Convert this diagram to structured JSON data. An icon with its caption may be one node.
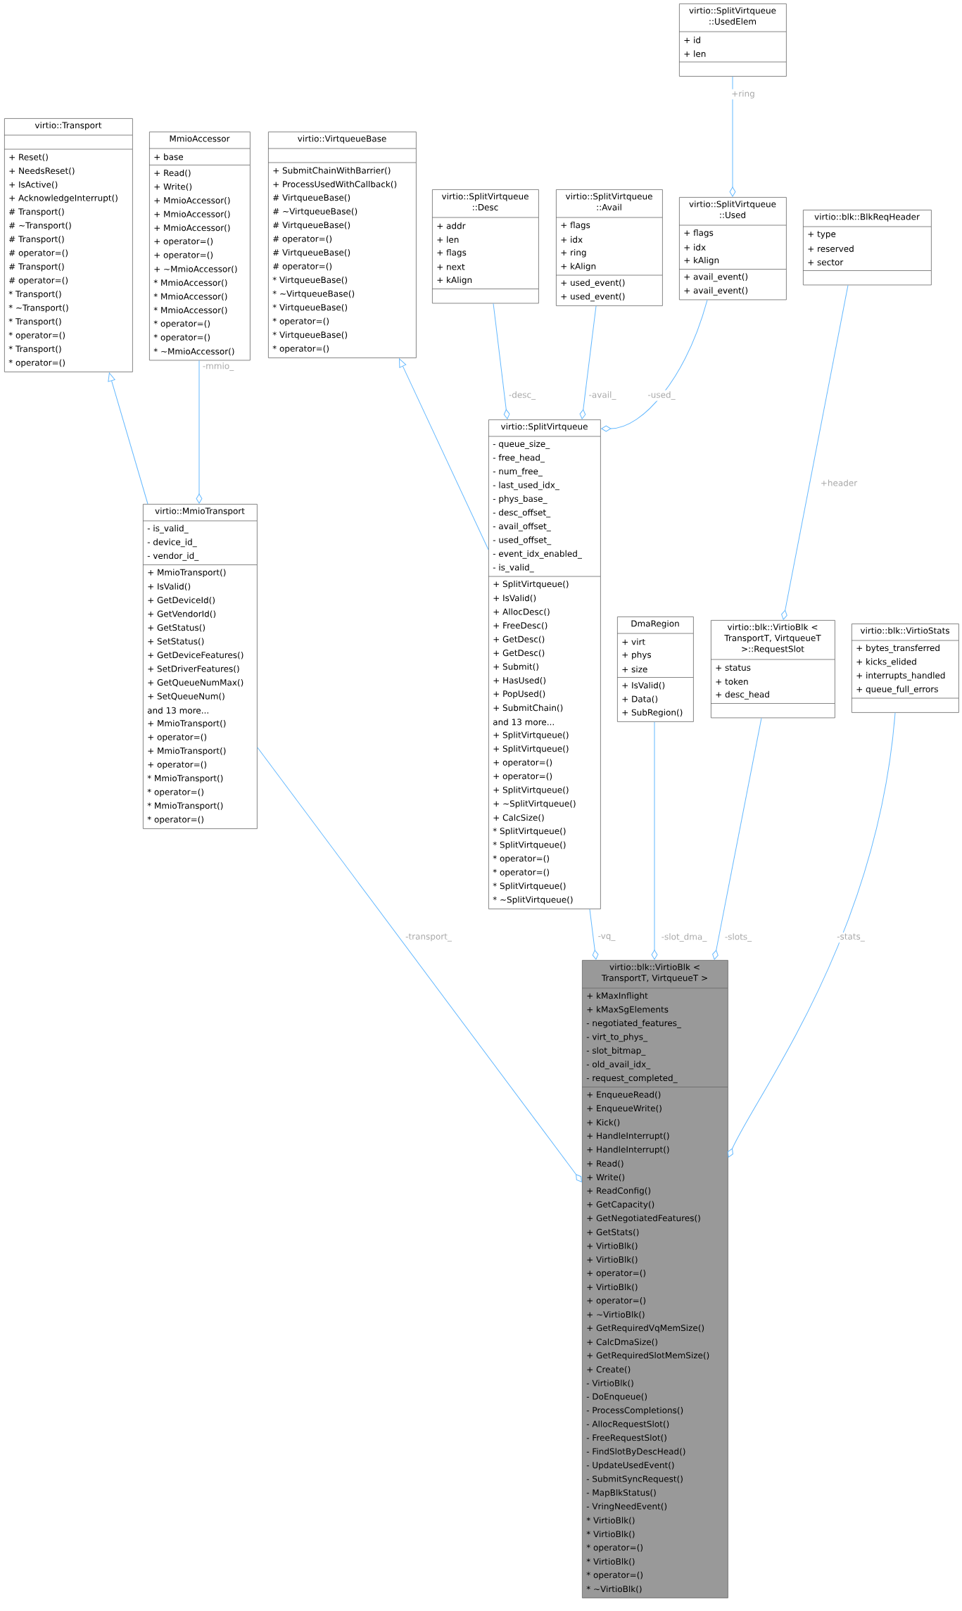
{
  "diagram": {
    "nodes": [
      {
        "text": [
          "virtio::Transport",
          "+ Reset()",
          "+ NeedsReset()",
          "+ IsActive()",
          "+ AcknowledgeInterrupt()",
          "# Transport()",
          "# ~Transport()",
          "# Transport()",
          "# operator=()",
          "# Transport()",
          "# operator=()",
          "* Transport()",
          "* ~Transport()",
          "* Transport()",
          "* operator=()",
          "* Transport()",
          "* operator=()"
        ]
      },
      {
        "text": [
          "MmioAccessor",
          "+ base",
          "+ Read()",
          "+ Write()",
          "+ MmioAccessor()",
          "+ MmioAccessor()",
          "+ MmioAccessor()",
          "+ operator=()",
          "+ operator=()",
          "+ ~MmioAccessor()",
          "* MmioAccessor()",
          "* MmioAccessor()",
          "* MmioAccessor()",
          "* operator=()",
          "* operator=()",
          "* ~MmioAccessor()"
        ]
      },
      {
        "text": [
          "virtio::VirtqueueBase",
          "+ SubmitChainWithBarrier()",
          "+ ProcessUsedWithCallback()",
          "# VirtqueueBase()",
          "# ~VirtqueueBase()",
          "# VirtqueueBase()",
          "# operator=()",
          "# VirtqueueBase()",
          "# operator=()",
          "* VirtqueueBase()",
          "* ~VirtqueueBase()",
          "* VirtqueueBase()",
          "* operator=()",
          "* VirtqueueBase()",
          "* operator=()"
        ]
      },
      {
        "text": [
          "virtio::SplitVirtqueue ::UsedElem",
          "+ id",
          "+ len"
        ]
      },
      {
        "text": [
          "virtio::SplitVirtqueue ::Desc",
          "+ addr",
          "+ len",
          "+ flags",
          "+ next",
          "+ kAlign"
        ]
      },
      {
        "text": [
          "virtio::SplitVirtqueue ::Avail",
          "+ flags",
          "+ idx",
          "+ ring",
          "+ kAlign",
          "+ used_event()",
          "+ used_event()"
        ]
      },
      {
        "text": [
          "virtio::SplitVirtqueue ::Used",
          "+ flags",
          "+ idx",
          "+ kAlign",
          "+ avail_event()",
          "+ avail_event()"
        ]
      },
      {
        "text": [
          "virtio::blk::BlkReqHeader",
          "+ type",
          "+ reserved",
          "+ sector"
        ]
      },
      {
        "text": [
          "virtio::MmioTransport",
          "- is_valid_",
          "- device_id_",
          "- vendor_id_",
          "+ MmioTransport()",
          "+ IsValid()",
          "+ GetDeviceId()",
          "+ GetVendorId()",
          "+ GetStatus()",
          "+ SetStatus()",
          "+ GetDeviceFeatures()",
          "+ SetDriverFeatures()",
          "+ GetQueueNumMax()",
          "+ SetQueueNum()",
          "and 13 more...",
          "+ MmioTransport()",
          "+ operator=()",
          "+ MmioTransport()",
          "+ operator=()",
          "* MmioTransport()",
          "* operator=()",
          "* MmioTransport()",
          "* operator=()"
        ]
      },
      {
        "text": [
          "virtio::SplitVirtqueue",
          "- queue_size_",
          "- free_head_",
          "- num_free_",
          "- last_used_idx_",
          "- phys_base_",
          "- desc_offset_",
          "- avail_offset_",
          "- used_offset_",
          "- event_idx_enabled_",
          "- is_valid_",
          "+ SplitVirtqueue()",
          "+ IsValid()",
          "+ AllocDesc()",
          "+ FreeDesc()",
          "+ GetDesc()",
          "+ GetDesc()",
          "+ Submit()",
          "+ HasUsed()",
          "+ PopUsed()",
          "+ SubmitChain()",
          "and 13 more...",
          "+ SplitVirtqueue()",
          "+ SplitVirtqueue()",
          "+ operator=()",
          "+ operator=()",
          "+ SplitVirtqueue()",
          "+ ~SplitVirtqueue()",
          "+ CalcSize()",
          "* SplitVirtqueue()",
          "* SplitVirtqueue()",
          "* operator=()",
          "* operator=()",
          "* SplitVirtqueue()",
          "* ~SplitVirtqueue()"
        ]
      },
      {
        "text": [
          "DmaRegion",
          "+ virt",
          "+ phys",
          "+ size",
          "+ IsValid()",
          "+ Data()",
          "+ SubRegion()"
        ]
      },
      {
        "text": [
          "virtio::blk::VirtioBlk < TransportT, VirtqueueT >::RequestSlot",
          "+ status",
          "+ token",
          "+ desc_head"
        ]
      },
      {
        "text": [
          "virtio::blk::VirtioStats",
          "+ bytes_transferred",
          "+ kicks_elided",
          "+ interrupts_handled",
          "+ queue_full_errors"
        ]
      },
      {
        "text": [
          "virtio::blk::VirtioBlk < TransportT, VirtqueueT >",
          "+ kMaxInflight",
          "+ kMaxSgElements",
          "- negotiated_features_",
          "- virt_to_phys_",
          "- slot_bitmap_",
          "- old_avail_idx_",
          "- request_completed_",
          "+ EnqueueRead()",
          "+ EnqueueWrite()",
          "+ Kick()",
          "+ HandleInterrupt()",
          "+ HandleInterrupt()",
          "+ Read()",
          "+ Write()",
          "+ ReadConfig()",
          "+ GetCapacity()",
          "+ GetNegotiatedFeatures()",
          "+ GetStats()",
          "+ VirtioBlk()",
          "+ VirtioBlk()",
          "+ operator=()",
          "+ VirtioBlk()",
          "+ operator=()",
          "+ ~VirtioBlk()",
          "+ GetRequiredVqMemSize()",
          "+ CalcDmaSize()",
          "+ GetRequiredSlotMemSize()",
          "+ Create()",
          "- VirtioBlk()",
          "- DoEnqueue()",
          "- ProcessCompletions()",
          "- AllocRequestSlot()",
          "- FreeRequestSlot()",
          "- FindSlotByDescHead()",
          "- UpdateUsedEvent()",
          "- SubmitSyncRequest()",
          "- MapBlkStatus()",
          "- VringNeedEvent()",
          "* VirtioBlk()",
          "* VirtioBlk()",
          "* operator=()",
          "* VirtioBlk()",
          "* operator=()",
          "* ~VirtioBlk()"
        ]
      }
    ],
    "edges": [
      {
        "from": 8,
        "to": 0,
        "arrow": "to"
      },
      {
        "from": 9,
        "to": 2,
        "arrow": "to"
      },
      {
        "from": 1,
        "to": 8,
        "arrow": "other",
        "label": "-mmio_"
      },
      {
        "from": 3,
        "to": 6,
        "arrow": "other",
        "label": "+ring"
      },
      {
        "from": 4,
        "to": 9,
        "arrow": "other",
        "label": "-desc_"
      },
      {
        "from": 5,
        "to": 9,
        "arrow": "other",
        "label": "-avail_"
      },
      {
        "from": 6,
        "to": 9,
        "arrow": "other",
        "label": "-used_"
      },
      {
        "from": 7,
        "to": 11,
        "arrow": "other",
        "label": "+header"
      },
      {
        "from": 8,
        "to": 13,
        "arrow": "other",
        "label": "-transport_"
      },
      {
        "from": 9,
        "to": 13,
        "arrow": "other",
        "label": "-vq_"
      },
      {
        "from": 10,
        "to": 13,
        "arrow": "other",
        "label": "-slot_dma_"
      },
      {
        "from": 11,
        "to": 13,
        "arrow": "other",
        "label": "-slots_"
      },
      {
        "from": 12,
        "to": 13,
        "arrow": "other",
        "label": "-stats_"
      }
    ]
  }
}
